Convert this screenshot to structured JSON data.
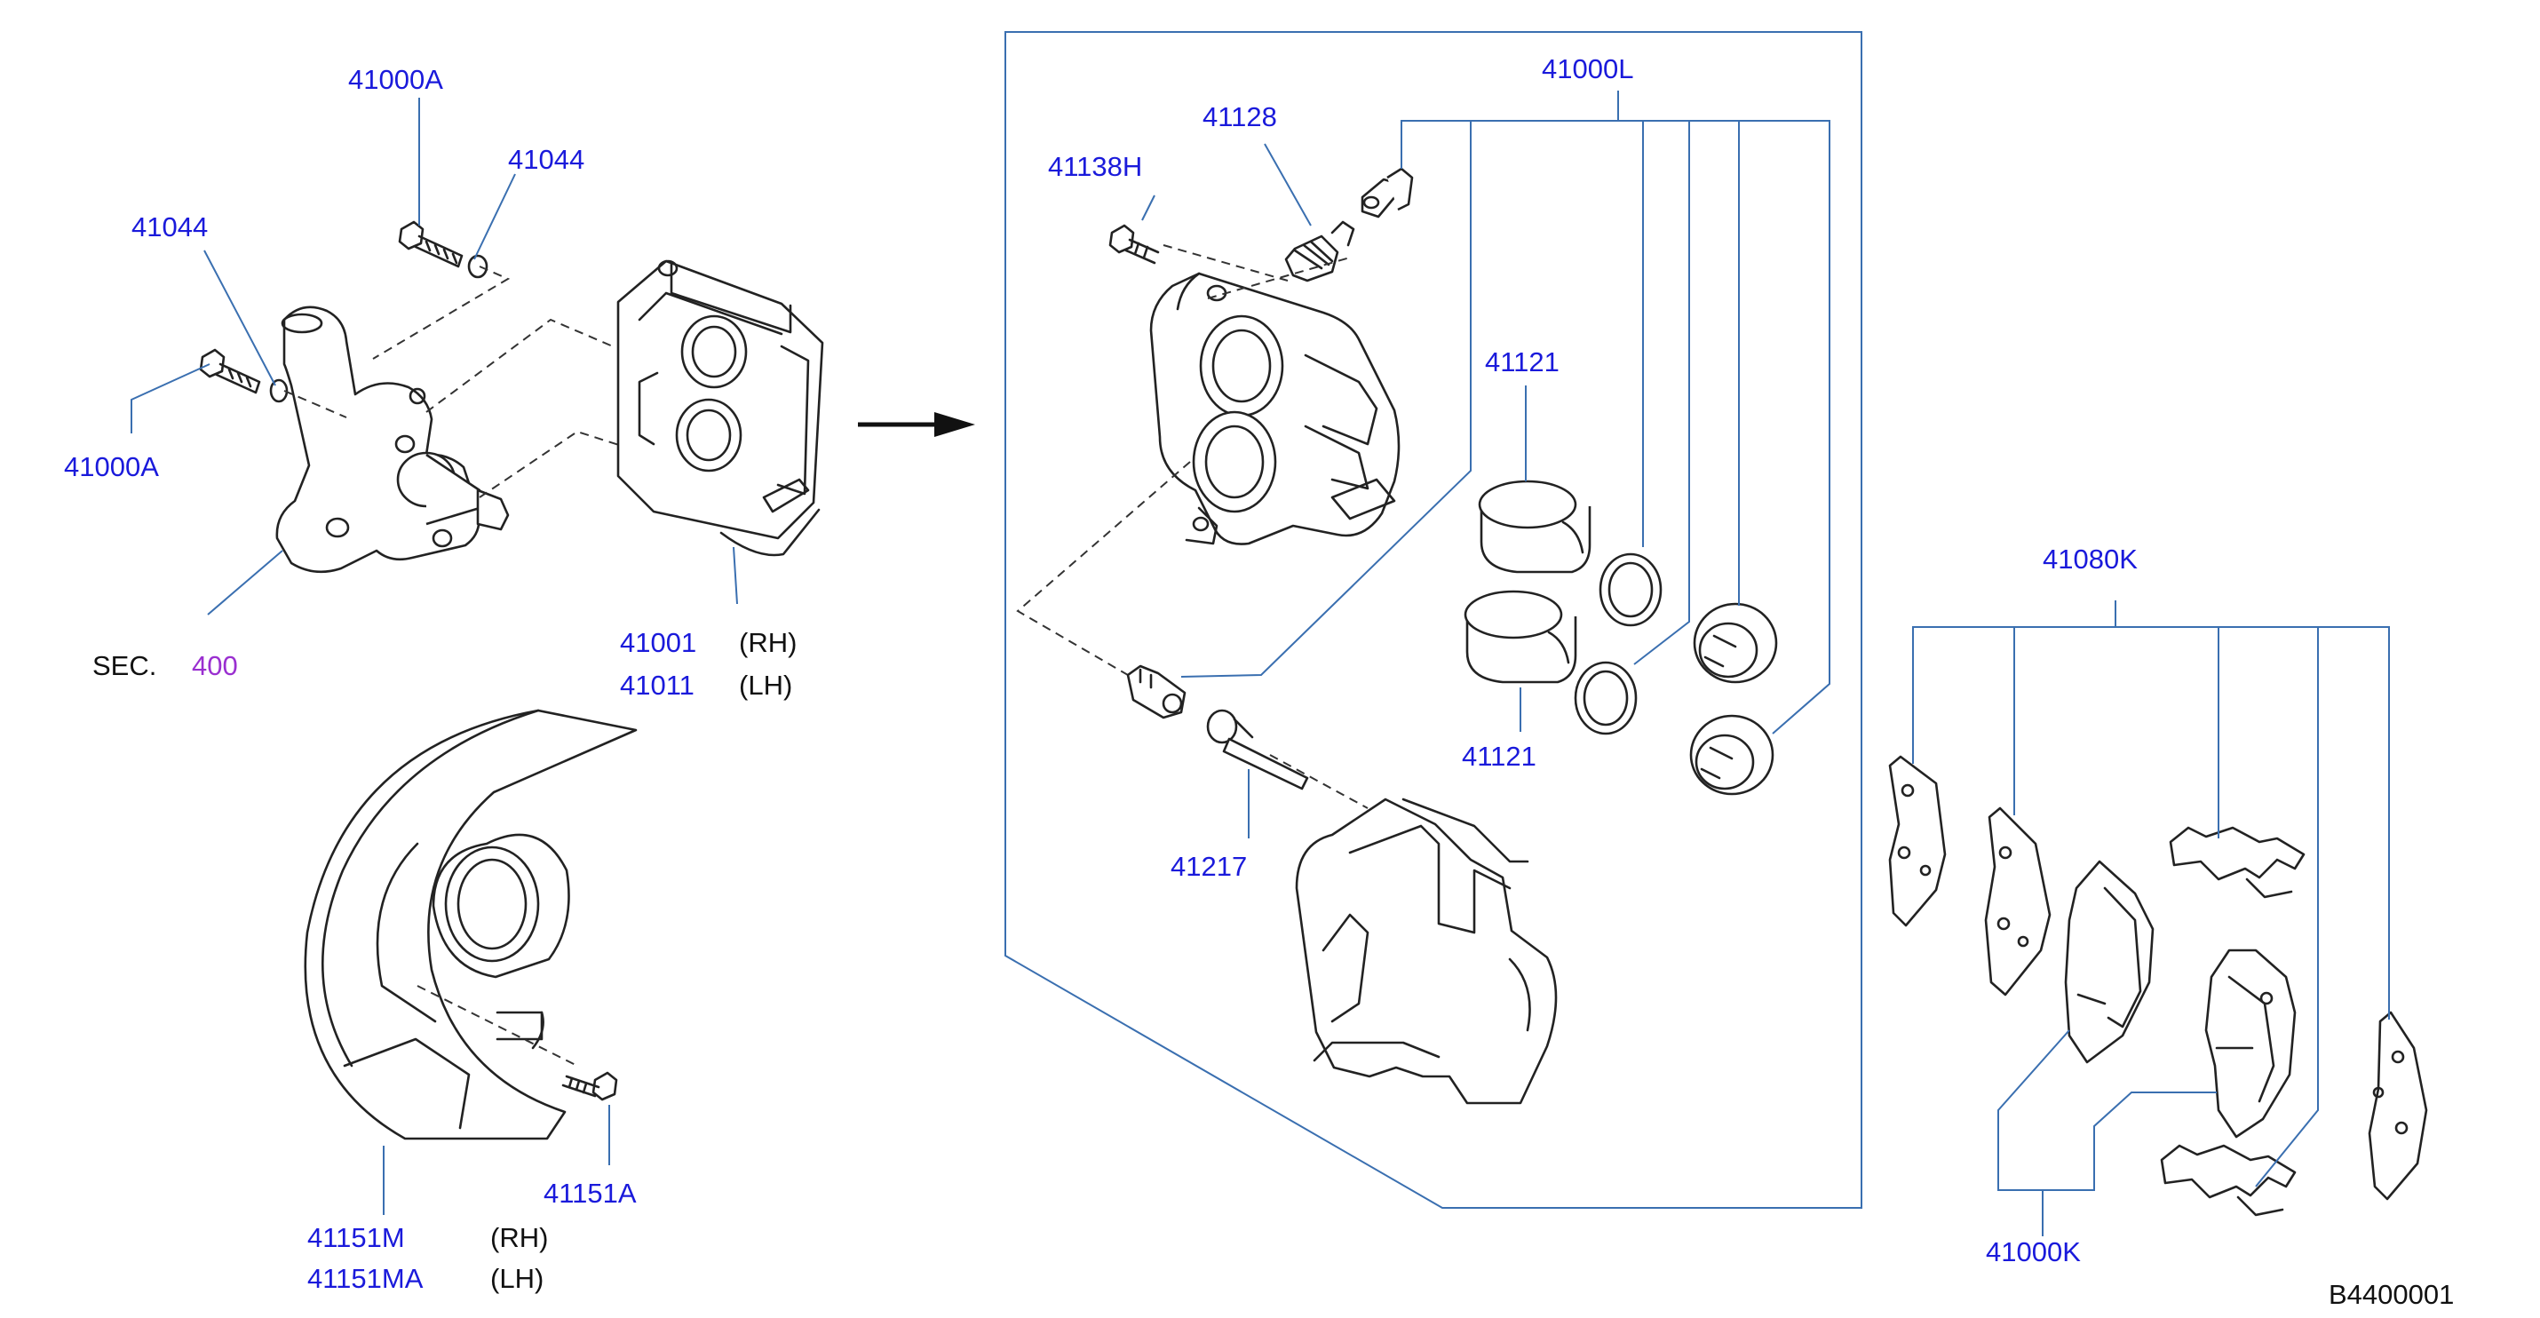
{
  "labels": {
    "p41000A_top": "41000A",
    "p41044_right": "41044",
    "p41044_left": "41044",
    "p41000A_left": "41000A",
    "sec_prefix": "SEC.",
    "sec_number": "400",
    "p41001": "41001",
    "p41001_side": "(RH)",
    "p41011": "41011",
    "p41011_side": "(LH)",
    "p41151A": "41151A",
    "p41151M": "41151M",
    "p41151M_side": "(RH)",
    "p41151MA": "41151MA",
    "p41151MA_side": "(LH)",
    "p41000L": "41000L",
    "p41128": "41128",
    "p41138H": "41138H",
    "p41121_top": "41121",
    "p41121_bottom": "41121",
    "p41217": "41217",
    "p41080K": "41080K",
    "p41000K": "41000K",
    "diagram_code": "B4400001"
  },
  "colors": {
    "label_blue": "#1a1adb",
    "section_purple": "#9a2fd0",
    "leader_line": "#3a6fb0",
    "part_stroke": "#222222"
  }
}
